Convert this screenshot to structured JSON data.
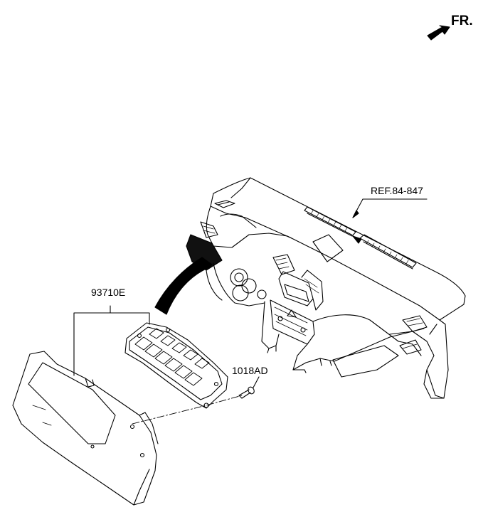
{
  "labels": {
    "front_indicator": "FR.",
    "ref_label": "REF.84-847",
    "part_switch_assembly": "93710E",
    "part_screw": "1018AD"
  },
  "colors": {
    "line": "#000000",
    "background": "#ffffff"
  },
  "icons": [
    "front-arrow-icon",
    "screw-icon",
    "switch-button-icon"
  ]
}
